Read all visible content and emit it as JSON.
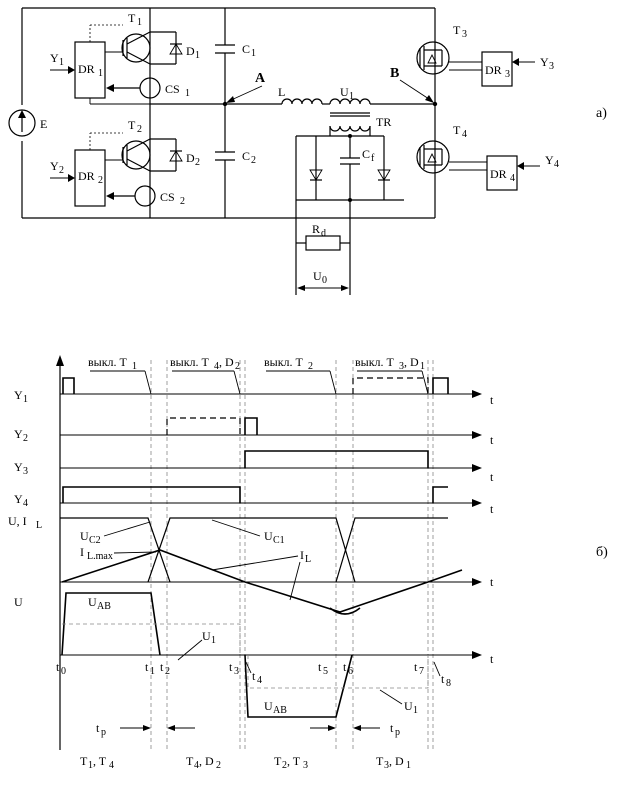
{
  "labels": {
    "T1": "T",
    "T1s": "1",
    "T2": "T",
    "T2s": "2",
    "T3": "T",
    "T3s": "3",
    "T4": "T",
    "T4s": "4",
    "D1": "D",
    "D1s": "1",
    "D2": "D",
    "D2s": "2",
    "C1": "C",
    "C1s": "1",
    "C2": "C",
    "C2s": "2",
    "Cf": "C",
    "Cfs": "f",
    "DR1": "DR",
    "DR1s": "1",
    "DR2": "DR",
    "DR2s": "2",
    "DR3": "DR",
    "DR3s": "3",
    "DR4": "DR",
    "DR4s": "4",
    "Y1": "Y",
    "Y1s": "1",
    "Y2": "Y",
    "Y2s": "2",
    "Y3": "Y",
    "Y3s": "3",
    "Y4": "Y",
    "Y4s": "4",
    "CS1": "CS",
    "CS1s": "1",
    "CS2": "CS",
    "CS2s": "2",
    "E": "E",
    "A": "A",
    "B": "B",
    "L": "L",
    "U1": "U",
    "U1s": "1",
    "TR": "TR",
    "Rd": "R",
    "Rds": "d",
    "U0": "U",
    "U0s": "0",
    "part_a": "а)",
    "part_b": "б)"
  },
  "timing": {
    "events": {
      "off_T1": "выкл. T",
      "off_T1s": "1",
      "off_T4D2": "выкл. T",
      "off_T4D2s": "4",
      "off_T4D2b": ", D",
      "off_T4D2bs": "2",
      "off_T2": "выкл. T",
      "off_T2s": "2",
      "off_T3D1": "выкл. T",
      "off_T3D1s": "3",
      "off_T3D1b": ", D",
      "off_T3D1bs": "1"
    },
    "rows": {
      "Y1": "Y",
      "Y1s": "1",
      "Y2": "Y",
      "Y2s": "2",
      "Y3": "Y",
      "Y3s": "3",
      "Y4": "Y",
      "Y4s": "4",
      "UIL": "U, I",
      "UILs": "L",
      "U": "U"
    },
    "axis_t": "t",
    "curves": {
      "UC2": "U",
      "UC2s": "C2",
      "UC1": "U",
      "UC1s": "C1",
      "ILmax": "I",
      "ILmaxs": "L.max",
      "IL": "I",
      "ILs": "L",
      "UAB": "U",
      "UABs": "AB",
      "U1": "U",
      "U1s": "1",
      "UAB2": "U",
      "UAB2s": "AB",
      "U1b": "U",
      "U1bs": "1"
    },
    "ticks": [
      "t",
      "0",
      "t",
      "1",
      "t",
      "2",
      "t",
      "3",
      "t",
      "4",
      "t",
      "5",
      "t",
      "6",
      "t",
      "7",
      "t",
      "8"
    ],
    "tp": "t",
    "tps": "p",
    "intervals": {
      "i1": "T",
      "i1s": "1",
      "i1b": ", T",
      "i1bs": "4",
      "i2": "T",
      "i2s": "4",
      "i2b": ", D",
      "i2bs": "2",
      "i3": "T",
      "i3s": "2",
      "i3b": ", T",
      "i3bs": "3",
      "i4": "T",
      "i4s": "3",
      "i4b": ", D",
      "i4bs": "1"
    }
  }
}
